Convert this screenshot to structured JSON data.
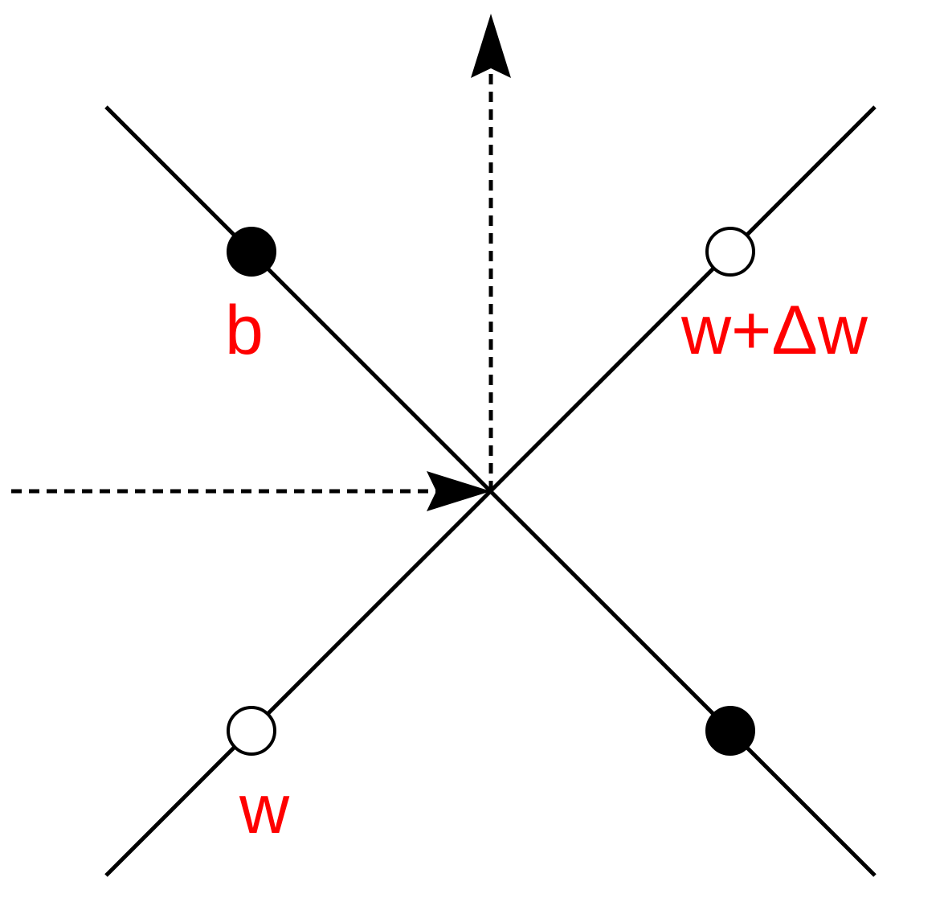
{
  "labels": {
    "b": "b",
    "w_plus_delta_w": "w+Δw",
    "w": "w"
  },
  "colors": {
    "line": "#000000",
    "label": "#ff0000",
    "open_vertex_fill": "#ffffff",
    "filled_vertex_fill": "#000000",
    "background": "#ffffff"
  }
}
